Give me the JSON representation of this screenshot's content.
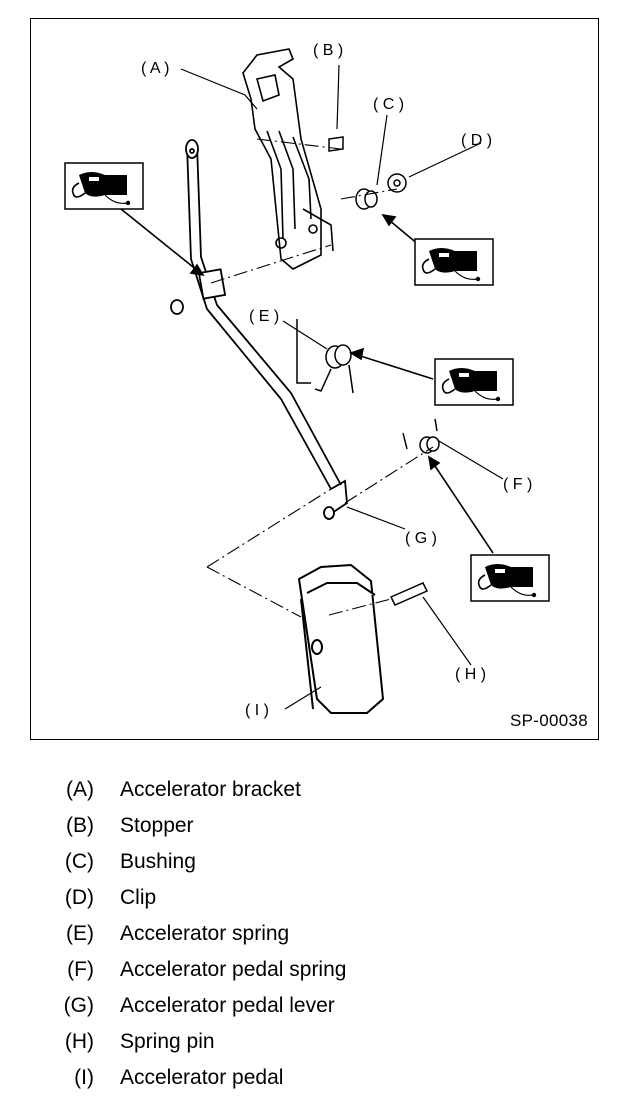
{
  "figure": {
    "code": "SP-00038",
    "callouts": {
      "A": "( A )",
      "B": "( B )",
      "C": "( C )",
      "D": "( D )",
      "E": "( E )",
      "F": "( F )",
      "G": "( G )",
      "H": "( H )",
      "I": "( I )"
    },
    "grease_icon": "grease-gun-icon"
  },
  "legend": [
    {
      "code": "(A)",
      "name": "Accelerator bracket"
    },
    {
      "code": "(B)",
      "name": "Stopper"
    },
    {
      "code": "(C)",
      "name": "Bushing"
    },
    {
      "code": "(D)",
      "name": "Clip"
    },
    {
      "code": "(E)",
      "name": "Accelerator spring"
    },
    {
      "code": "(F)",
      "name": "Accelerator pedal spring"
    },
    {
      "code": "(G)",
      "name": "Accelerator pedal lever"
    },
    {
      "code": "(H)",
      "name": "Spring pin"
    },
    {
      "code": "(I)",
      "name": "Accelerator pedal"
    }
  ]
}
